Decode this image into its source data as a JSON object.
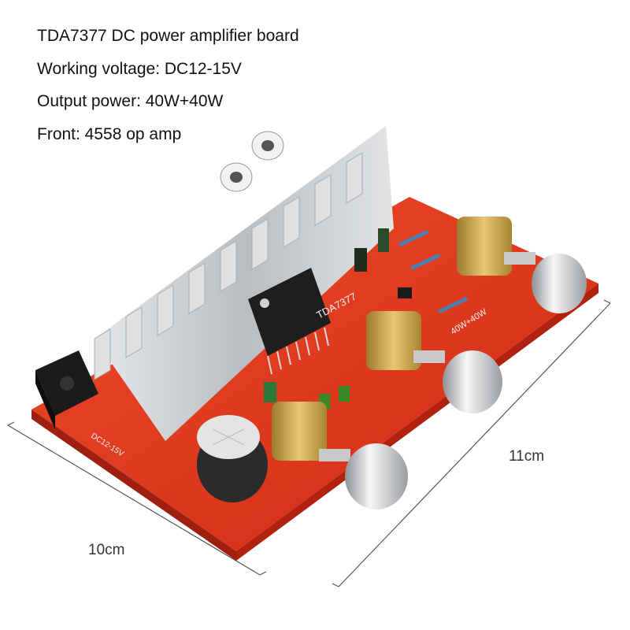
{
  "specs": [
    "TDA7377 DC power amplifier board",
    "Working voltage: DC12-15V",
    "Output power: 40W+40W",
    "Front: 4558 op amp"
  ],
  "dimensions": {
    "width": "10cm",
    "length": "11cm"
  },
  "board": {
    "chip_label": "TDA7377",
    "power_label": "40W+40W",
    "input_label": "DC12-15V"
  },
  "colors": {
    "pcb": "#e2361e",
    "heatsink": "#cfd2d4",
    "knob": "#d9dbdd",
    "pot_brass": "#c9a24a",
    "text": "#111111"
  }
}
